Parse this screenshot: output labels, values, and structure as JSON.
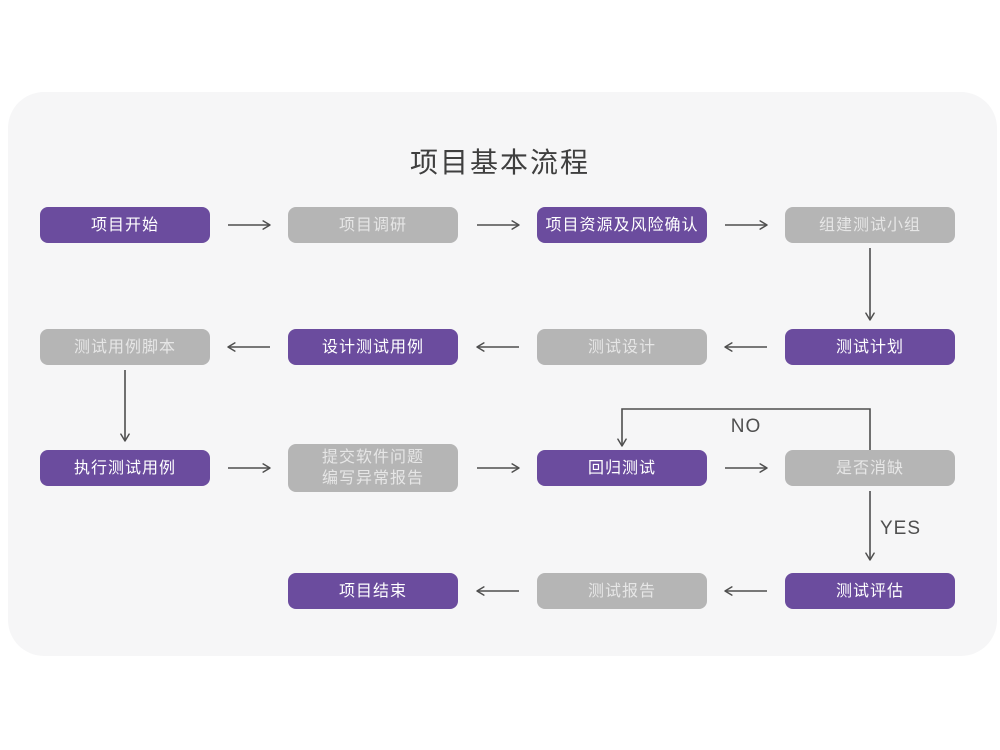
{
  "title": "项目基本流程",
  "colors": {
    "page_background": "#ffffff",
    "card_background": "#f6f6f7",
    "node_purple": "#6b4c9e",
    "node_gray": "#b5b5b5",
    "node_purple_text": "#ffffff",
    "node_gray_text": "#e6e6e6",
    "arrow": "#4f4f4f",
    "title_text": "#3f3f3f"
  },
  "branch_labels": {
    "no": "NO",
    "yes": "YES"
  },
  "nodes": [
    {
      "id": "project-start",
      "label": "项目开始",
      "variant": "purple"
    },
    {
      "id": "project-research",
      "label": "项目调研",
      "variant": "gray"
    },
    {
      "id": "resource-risk-confirm",
      "label": "项目资源及风险确认",
      "variant": "purple"
    },
    {
      "id": "build-test-team",
      "label": "组建测试小组",
      "variant": "gray"
    },
    {
      "id": "test-plan",
      "label": "测试计划",
      "variant": "purple"
    },
    {
      "id": "test-design",
      "label": "测试设计",
      "variant": "gray"
    },
    {
      "id": "design-test-cases",
      "label": "设计测试用例",
      "variant": "purple"
    },
    {
      "id": "test-case-script",
      "label": "测试用例脚本",
      "variant": "gray"
    },
    {
      "id": "execute-test-cases",
      "label": "执行测试用例",
      "variant": "purple"
    },
    {
      "id": "submit-issues-report",
      "label": "提交软件问题\n编写异常报告",
      "variant": "gray"
    },
    {
      "id": "regression-test",
      "label": "回归测试",
      "variant": "purple"
    },
    {
      "id": "defect-resolved-decision",
      "label": "是否消缺",
      "variant": "gray"
    },
    {
      "id": "test-evaluation",
      "label": "测试评估",
      "variant": "purple"
    },
    {
      "id": "test-report",
      "label": "测试报告",
      "variant": "gray"
    },
    {
      "id": "project-end",
      "label": "项目结束",
      "variant": "purple"
    }
  ],
  "edges": [
    {
      "from": "project-start",
      "to": "project-research"
    },
    {
      "from": "project-research",
      "to": "resource-risk-confirm"
    },
    {
      "from": "resource-risk-confirm",
      "to": "build-test-team"
    },
    {
      "from": "build-test-team",
      "to": "test-plan"
    },
    {
      "from": "test-plan",
      "to": "test-design"
    },
    {
      "from": "test-design",
      "to": "design-test-cases"
    },
    {
      "from": "design-test-cases",
      "to": "test-case-script"
    },
    {
      "from": "test-case-script",
      "to": "execute-test-cases"
    },
    {
      "from": "execute-test-cases",
      "to": "submit-issues-report"
    },
    {
      "from": "submit-issues-report",
      "to": "regression-test"
    },
    {
      "from": "regression-test",
      "to": "defect-resolved-decision"
    },
    {
      "from": "defect-resolved-decision",
      "to": "regression-test",
      "label": "NO"
    },
    {
      "from": "defect-resolved-decision",
      "to": "test-evaluation",
      "label": "YES"
    },
    {
      "from": "test-evaluation",
      "to": "test-report"
    },
    {
      "from": "test-report",
      "to": "project-end"
    }
  ]
}
